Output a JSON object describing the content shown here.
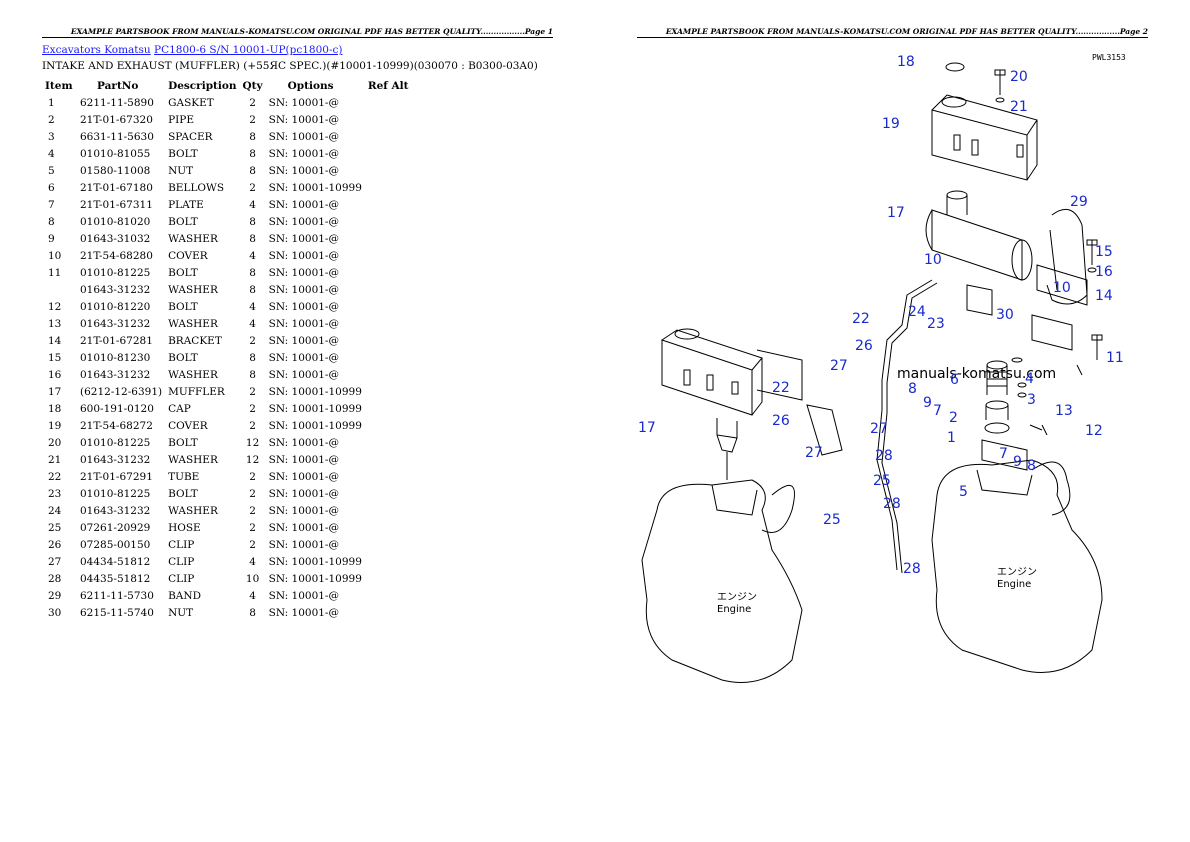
{
  "left_page": {
    "header": "EXAMPLE PARTSBOOK FROM MANUALS-KOMATSU.COM ORIGINAL PDF HAS BETTER QUALITY.................Page 1",
    "breadcrumb": {
      "link1": "Excavators Komatsu",
      "link2": "PC1800-6 S/N 10001-UP(pc1800-c)"
    },
    "subtitle": "INTAKE AND EXHAUST (MUFFLER) (+55ЯC SPEC.)(#10001-10999)(030070 : B0300-03A0)",
    "table": {
      "headers": [
        "Item",
        "PartNo",
        "Description",
        "Qty",
        "Options",
        "Ref Alt"
      ],
      "rows": [
        [
          "1",
          "6211-11-5890",
          "GASKET",
          "2",
          "SN: 10001-@"
        ],
        [
          "2",
          "21T-01-67320",
          "PIPE",
          "2",
          "SN: 10001-@"
        ],
        [
          "3",
          "6631-11-5630",
          "SPACER",
          "8",
          "SN: 10001-@"
        ],
        [
          "4",
          "01010-81055",
          "BOLT",
          "8",
          "SN: 10001-@"
        ],
        [
          "5",
          "01580-11008",
          "NUT",
          "8",
          "SN: 10001-@"
        ],
        [
          "6",
          "21T-01-67180",
          "BELLOWS",
          "2",
          "SN: 10001-10999"
        ],
        [
          "7",
          "21T-01-67311",
          "PLATE",
          "4",
          "SN: 10001-@"
        ],
        [
          "8",
          "01010-81020",
          "BOLT",
          "8",
          "SN: 10001-@"
        ],
        [
          "9",
          "01643-31032",
          "WASHER",
          "8",
          "SN: 10001-@"
        ],
        [
          "10",
          "21T-54-68280",
          "COVER",
          "4",
          "SN: 10001-@"
        ],
        [
          "11",
          "01010-81225",
          "BOLT",
          "8",
          "SN: 10001-@"
        ],
        [
          "",
          "01643-31232",
          "WASHER",
          "8",
          "SN: 10001-@"
        ],
        [
          "12",
          "01010-81220",
          "BOLT",
          "4",
          "SN: 10001-@"
        ],
        [
          "13",
          "01643-31232",
          "WASHER",
          "4",
          "SN: 10001-@"
        ],
        [
          "14",
          "21T-01-67281",
          "BRACKET",
          "2",
          "SN: 10001-@"
        ],
        [
          "15",
          "01010-81230",
          "BOLT",
          "8",
          "SN: 10001-@"
        ],
        [
          "16",
          "01643-31232",
          "WASHER",
          "8",
          "SN: 10001-@"
        ],
        [
          "17",
          "(6212-12-6391)",
          "MUFFLER",
          "2",
          "SN: 10001-10999"
        ],
        [
          "18",
          "600-191-0120",
          "CAP",
          "2",
          "SN: 10001-10999"
        ],
        [
          "19",
          "21T-54-68272",
          "COVER",
          "2",
          "SN: 10001-10999"
        ],
        [
          "20",
          "01010-81225",
          "BOLT",
          "12",
          "SN: 10001-@"
        ],
        [
          "21",
          "01643-31232",
          "WASHER",
          "12",
          "SN: 10001-@"
        ],
        [
          "22",
          "21T-01-67291",
          "TUBE",
          "2",
          "SN: 10001-@"
        ],
        [
          "23",
          "01010-81225",
          "BOLT",
          "2",
          "SN: 10001-@"
        ],
        [
          "24",
          "01643-31232",
          "WASHER",
          "2",
          "SN: 10001-@"
        ],
        [
          "25",
          "07261-20929",
          "HOSE",
          "2",
          "SN: 10001-@"
        ],
        [
          "26",
          "07285-00150",
          "CLIP",
          "2",
          "SN: 10001-@"
        ],
        [
          "27",
          "04434-51812",
          "CLIP",
          "4",
          "SN: 10001-10999"
        ],
        [
          "28",
          "04435-51812",
          "CLIP",
          "10",
          "SN: 10001-10999"
        ],
        [
          "29",
          "6211-11-5730",
          "BAND",
          "4",
          "SN: 10001-@"
        ],
        [
          "30",
          "6215-11-5740",
          "NUT",
          "8",
          "SN: 10001-@"
        ]
      ]
    }
  },
  "right_page": {
    "header": "EXAMPLE PARTSBOOK FROM MANUALS-KOMATSU.COM ORIGINAL PDF HAS BETTER QUALITY.................Page 2",
    "diagram": {
      "drawing_code": "PWL3153",
      "watermark": "manuals-komatsu.com",
      "engine_label_jp": "エンジン",
      "engine_label_en": "Engine",
      "callout_color": "#1a2acc",
      "callouts": [
        "1",
        "2",
        "3",
        "4",
        "5",
        "6",
        "7",
        "7",
        "8",
        "8",
        "9",
        "9",
        "10",
        "10",
        "11",
        "12",
        "13",
        "14",
        "15",
        "16",
        "17",
        "17",
        "18",
        "19",
        "20",
        "21",
        "22",
        "22",
        "23",
        "24",
        "25",
        "25",
        "26",
        "26",
        "27",
        "27",
        "27",
        "28",
        "28",
        "28",
        "29",
        "30"
      ]
    }
  }
}
